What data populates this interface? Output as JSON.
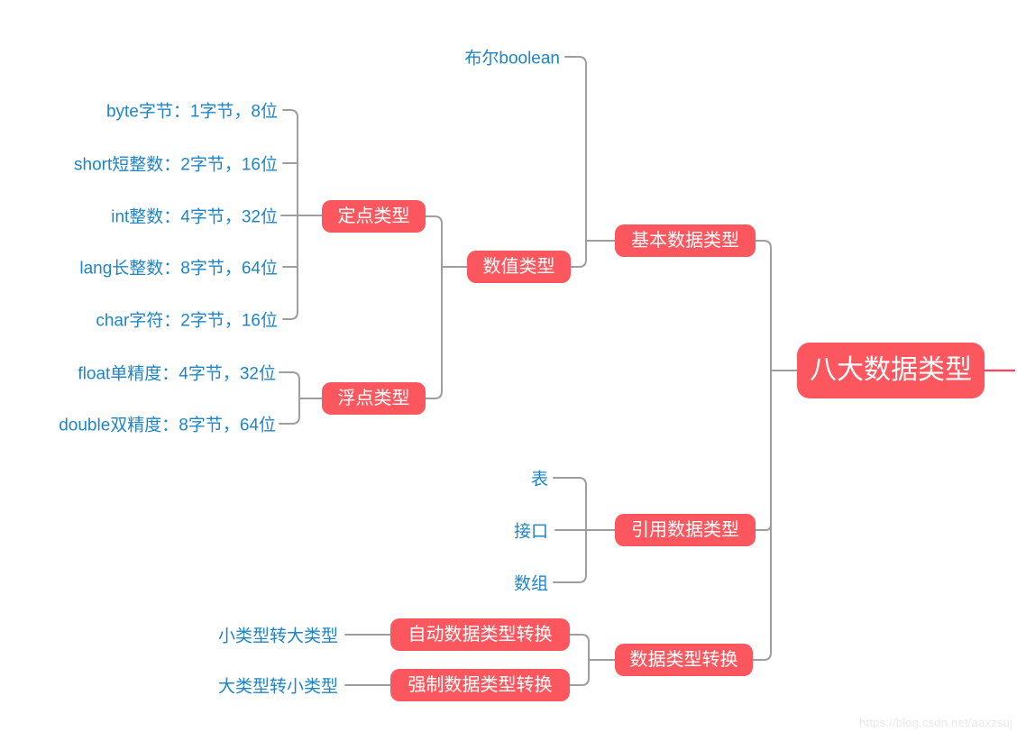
{
  "colors": {
    "node_fill": "#fc575e",
    "node_text": "#ffffff",
    "leaf_text": "#1f85c9",
    "connector": "#9e9e9e",
    "root_tail": "#e0506a",
    "background": "#ffffff",
    "watermark_text": "#e9e9e9"
  },
  "watermark": "https://blog.csdn.net/aaxzsuj",
  "tree": {
    "root": {
      "label": "八大数据类型"
    },
    "basic": {
      "label": "基本数据类型",
      "boolean": {
        "label": "布尔boolean"
      },
      "numeric": {
        "label": "数值类型",
        "fixed": {
          "label": "定点类型",
          "leaves": [
            "byte字节：1字节，8位",
            "short短整数：2字节，16位",
            "int整数：4字节，32位",
            "lang长整数：8字节，64位",
            "char字符：2字节，16位"
          ]
        },
        "floating": {
          "label": "浮点类型",
          "leaves": [
            "float单精度：4字节，32位",
            "double双精度：8字节，64位"
          ]
        }
      }
    },
    "reference": {
      "label": "引用数据类型",
      "leaves": [
        "表",
        "接口",
        "数组"
      ]
    },
    "conversion": {
      "label": "数据类型转换",
      "auto": {
        "label": "自动数据类型转换",
        "source": "小类型转大类型"
      },
      "cast": {
        "label": "强制数据类型转换",
        "source": "大类型转小类型"
      }
    }
  }
}
